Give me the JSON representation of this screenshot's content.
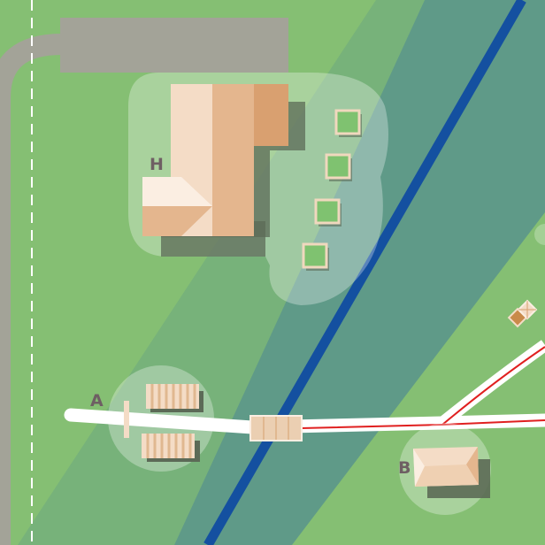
{
  "map": {
    "labels": {
      "building_a": "A",
      "building_b": "B",
      "building_h": "H"
    },
    "colors": {
      "grass": "#85bf73",
      "grass_band": "#77b27a",
      "water_zone": "#5f9a88",
      "river": "#1450a0",
      "road": "#a3a398",
      "path": "#ffffff",
      "rail": "#e02020",
      "roof_light": "#f4dcc6",
      "roof_mid": "#e4b68e",
      "roof_dark": "#d9a070",
      "shadow": "#5c6a57"
    }
  }
}
